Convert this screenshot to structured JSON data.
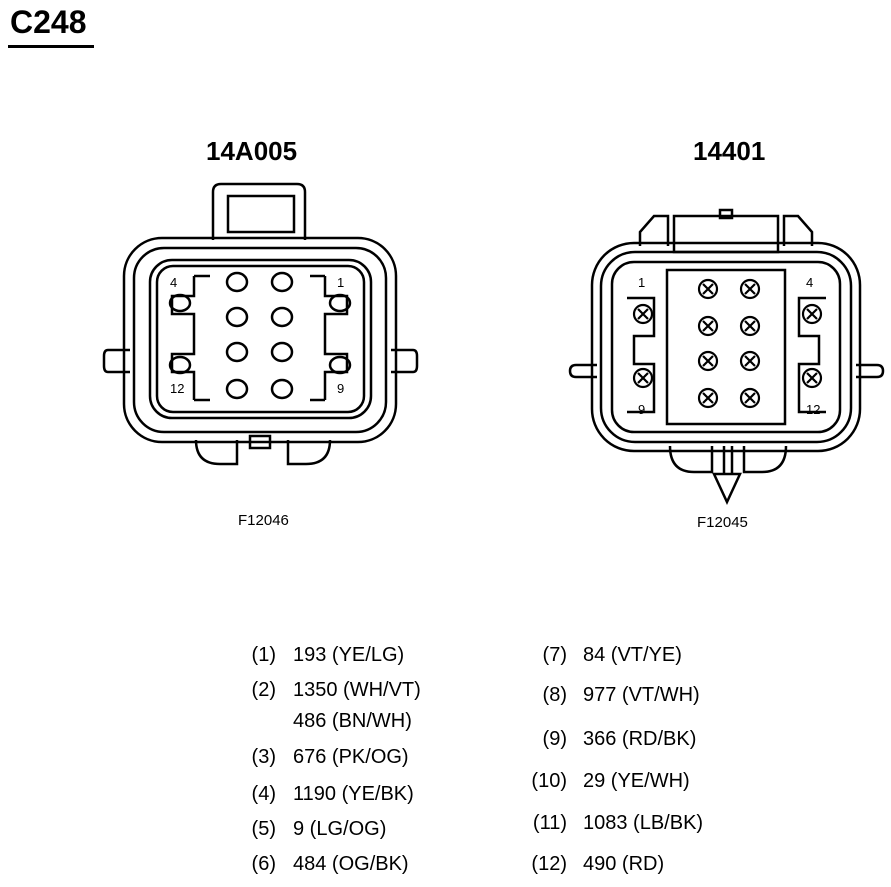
{
  "title": "C248",
  "connectors": [
    {
      "part": "14A005",
      "figure_id": "F12046",
      "pin_labels": [
        "4",
        "1",
        "12",
        "9"
      ]
    },
    {
      "part": "14401",
      "figure_id": "F12045",
      "pin_labels": [
        "1",
        "4",
        "9",
        "12"
      ]
    }
  ],
  "pinout": [
    {
      "pin": "(1)",
      "wires": [
        "193 (YE/LG)"
      ]
    },
    {
      "pin": "(2)",
      "wires": [
        "1350 (WH/VT)",
        "486 (BN/WH)"
      ]
    },
    {
      "pin": "(3)",
      "wires": [
        "676 (PK/OG)"
      ]
    },
    {
      "pin": "(4)",
      "wires": [
        "1190 (YE/BK)"
      ]
    },
    {
      "pin": "(5)",
      "wires": [
        "9 (LG/OG)"
      ]
    },
    {
      "pin": "(6)",
      "wires": [
        "484 (OG/BK)"
      ]
    },
    {
      "pin": "(7)",
      "wires": [
        "84 (VT/YE)"
      ]
    },
    {
      "pin": "(8)",
      "wires": [
        "977 (VT/WH)"
      ]
    },
    {
      "pin": "(9)",
      "wires": [
        "366 (RD/BK)"
      ]
    },
    {
      "pin": "(10)",
      "wires": [
        "29 (YE/WH)"
      ]
    },
    {
      "pin": "(11)",
      "wires": [
        "1083 (LB/BK)"
      ]
    },
    {
      "pin": "(12)",
      "wires": [
        "490 (RD)"
      ]
    }
  ]
}
